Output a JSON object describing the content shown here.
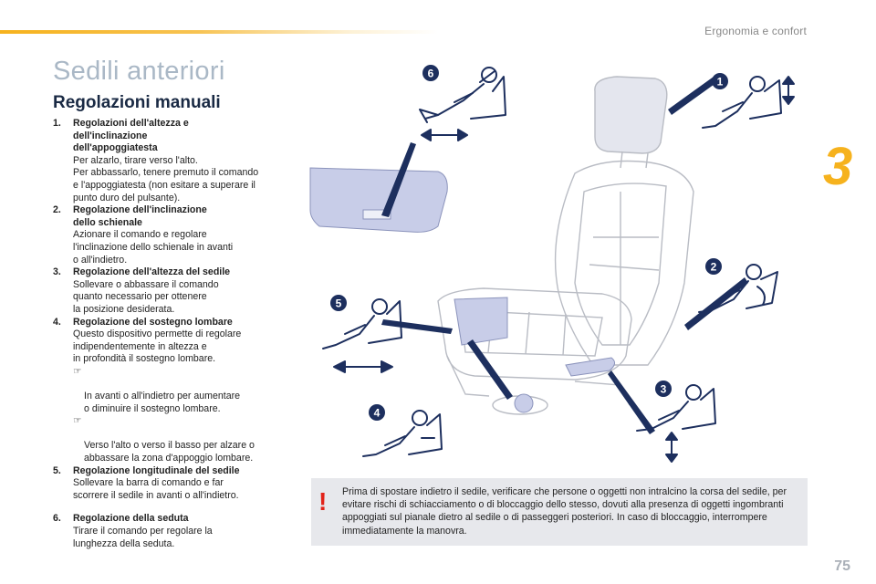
{
  "header": {
    "section": "Ergonomia e confort",
    "chapter": "3"
  },
  "page": {
    "title": "Sedili anteriori",
    "subtitle": "Regolazioni manuali",
    "number": "75"
  },
  "items": [
    {
      "num": "1.",
      "head": "Regolazioni dell'altezza e\ndell'inclinazione\ndell'appoggiatesta",
      "body": "Per alzarlo, tirare verso l'alto.\nPer abbassarlo, tenere premuto il comando\ne l'appoggiatesta (non esitare a superare il\npunto duro del pulsante)."
    },
    {
      "num": "2.",
      "head": "Regolazione dell'inclinazione\ndello schienale",
      "body": "Azionare il comando e regolare\nl'inclinazione dello schienale in avanti\no all'indietro."
    },
    {
      "num": "3.",
      "head": "Regolazione dell'altezza del sedile",
      "body": "Sollevare o abbassare il comando\nquanto necessario per ottenere\nla posizione desiderata."
    },
    {
      "num": "4.",
      "head": "Regolazione del sostegno lombare",
      "body": "Questo dispositivo permette di regolare\nindipendentemente in altezza e\nin profondità il sostegno lombare.",
      "bullets": [
        {
          "mark": "",
          "text": "In avanti o all'indietro per aumentare\no diminuire il sostegno lombare."
        },
        {
          "mark": "",
          "text": "Verso l'alto o verso il basso per alzare o\nabbassare la zona d'appoggio lombare."
        }
      ]
    },
    {
      "num": "5.",
      "head": "Regolazione longitudinale del sedile",
      "body": "Sollevare la barra di comando e far\nscorrere il sedile in avanti o all'indietro."
    },
    {
      "num": "6.",
      "head": "Regolazione della seduta",
      "body": "Tirare il comando per regolare la\nlunghezza della seduta."
    }
  ],
  "warning": {
    "icon": "!",
    "text": "Prima di spostare indietro il sedile, verificare che persone o oggetti non intralcino la corsa del sedile, per evitare rischi di schiacciamento o di bloccaggio dello stesso, dovuti alla presenza di oggetti ingombranti appoggiati sul pianale dietro al sedile o di passeggeri posteriori. In caso di bloccaggio, interrompere immediatamente la manovra."
  },
  "illustration": {
    "badges": [
      "1",
      "2",
      "3",
      "4",
      "5",
      "6"
    ],
    "colors": {
      "navy": "#1d2f5e",
      "highlight": "#c8cde8",
      "line": "#b9bcc4"
    }
  }
}
